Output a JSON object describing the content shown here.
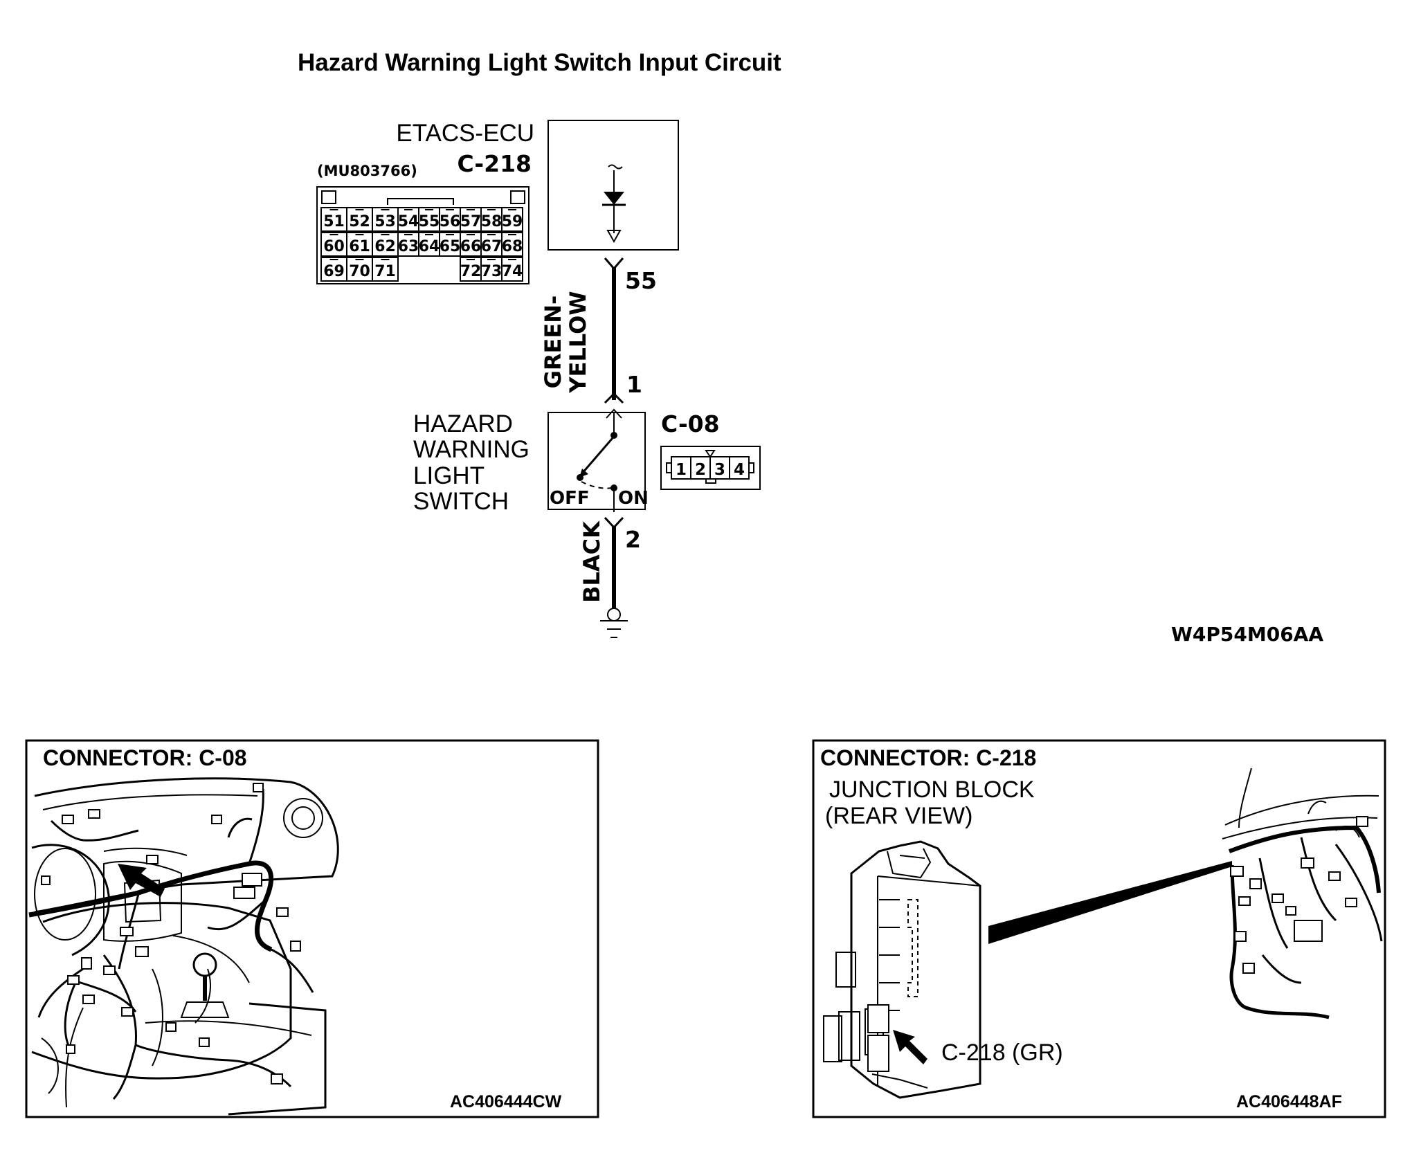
{
  "title": "Hazard Warning Light Switch Input Circuit",
  "ecu": {
    "name": "ETACS-ECU",
    "connector": "C-218",
    "part_number": "(MU803766)",
    "pin_rows": [
      [
        "51",
        "52",
        "53",
        "54",
        "55",
        "56",
        "57",
        "58",
        "59"
      ],
      [
        "60",
        "61",
        "62",
        "63",
        "64",
        "65",
        "66",
        "67",
        "68"
      ],
      [
        "69",
        "70",
        "71",
        "72",
        "73",
        "74"
      ]
    ]
  },
  "wires": {
    "upper": {
      "color": "GREEN-YELLOW",
      "line1": "GREEN-",
      "line2": "YELLOW",
      "pin_top": "55",
      "pin_bottom": "1"
    },
    "lower": {
      "color": "BLACK",
      "pin": "2"
    }
  },
  "switch": {
    "name_lines": [
      "HAZARD",
      "WARNING",
      "LIGHT",
      "SWITCH"
    ],
    "connector": "C-08",
    "pins": [
      "1",
      "2",
      "3",
      "4"
    ],
    "off_label": "OFF",
    "on_label": "ON"
  },
  "diagram_code": "W4P54M06AA",
  "panels": {
    "left": {
      "title": "CONNECTOR: C-08",
      "code": "AC406444CW"
    },
    "right": {
      "title": "CONNECTOR: C-218",
      "subtitle_line1": "JUNCTION BLOCK",
      "subtitle_line2": "(REAR VIEW)",
      "callout": "C-218 (GR)",
      "code": "AC406448AF"
    }
  }
}
